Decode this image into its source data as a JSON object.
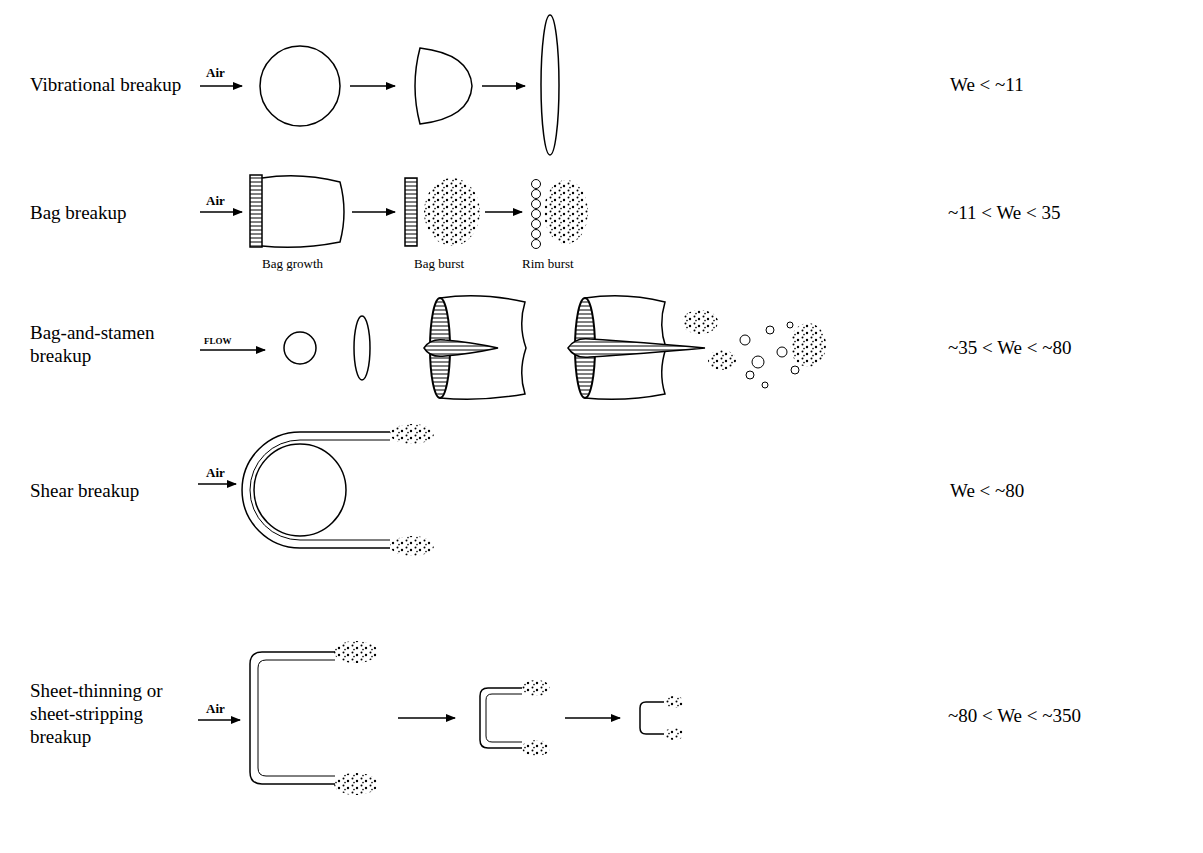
{
  "diagram": {
    "labels": [
      "Vibrational breakup",
      "Air",
      "We < ~11",
      "Bag breakup",
      "Air",
      "Bag growth",
      "Bag burst",
      "Rim burst",
      "~11 < We < 35",
      "Bag-and-stamen breakup",
      "FLOW",
      "~35 < We < ~80",
      "Shear breakup",
      "Air",
      "We < ~80",
      "Sheet-thinning or sheet-stripping breakup",
      "Air",
      "~80 < We < ~350"
    ]
  }
}
